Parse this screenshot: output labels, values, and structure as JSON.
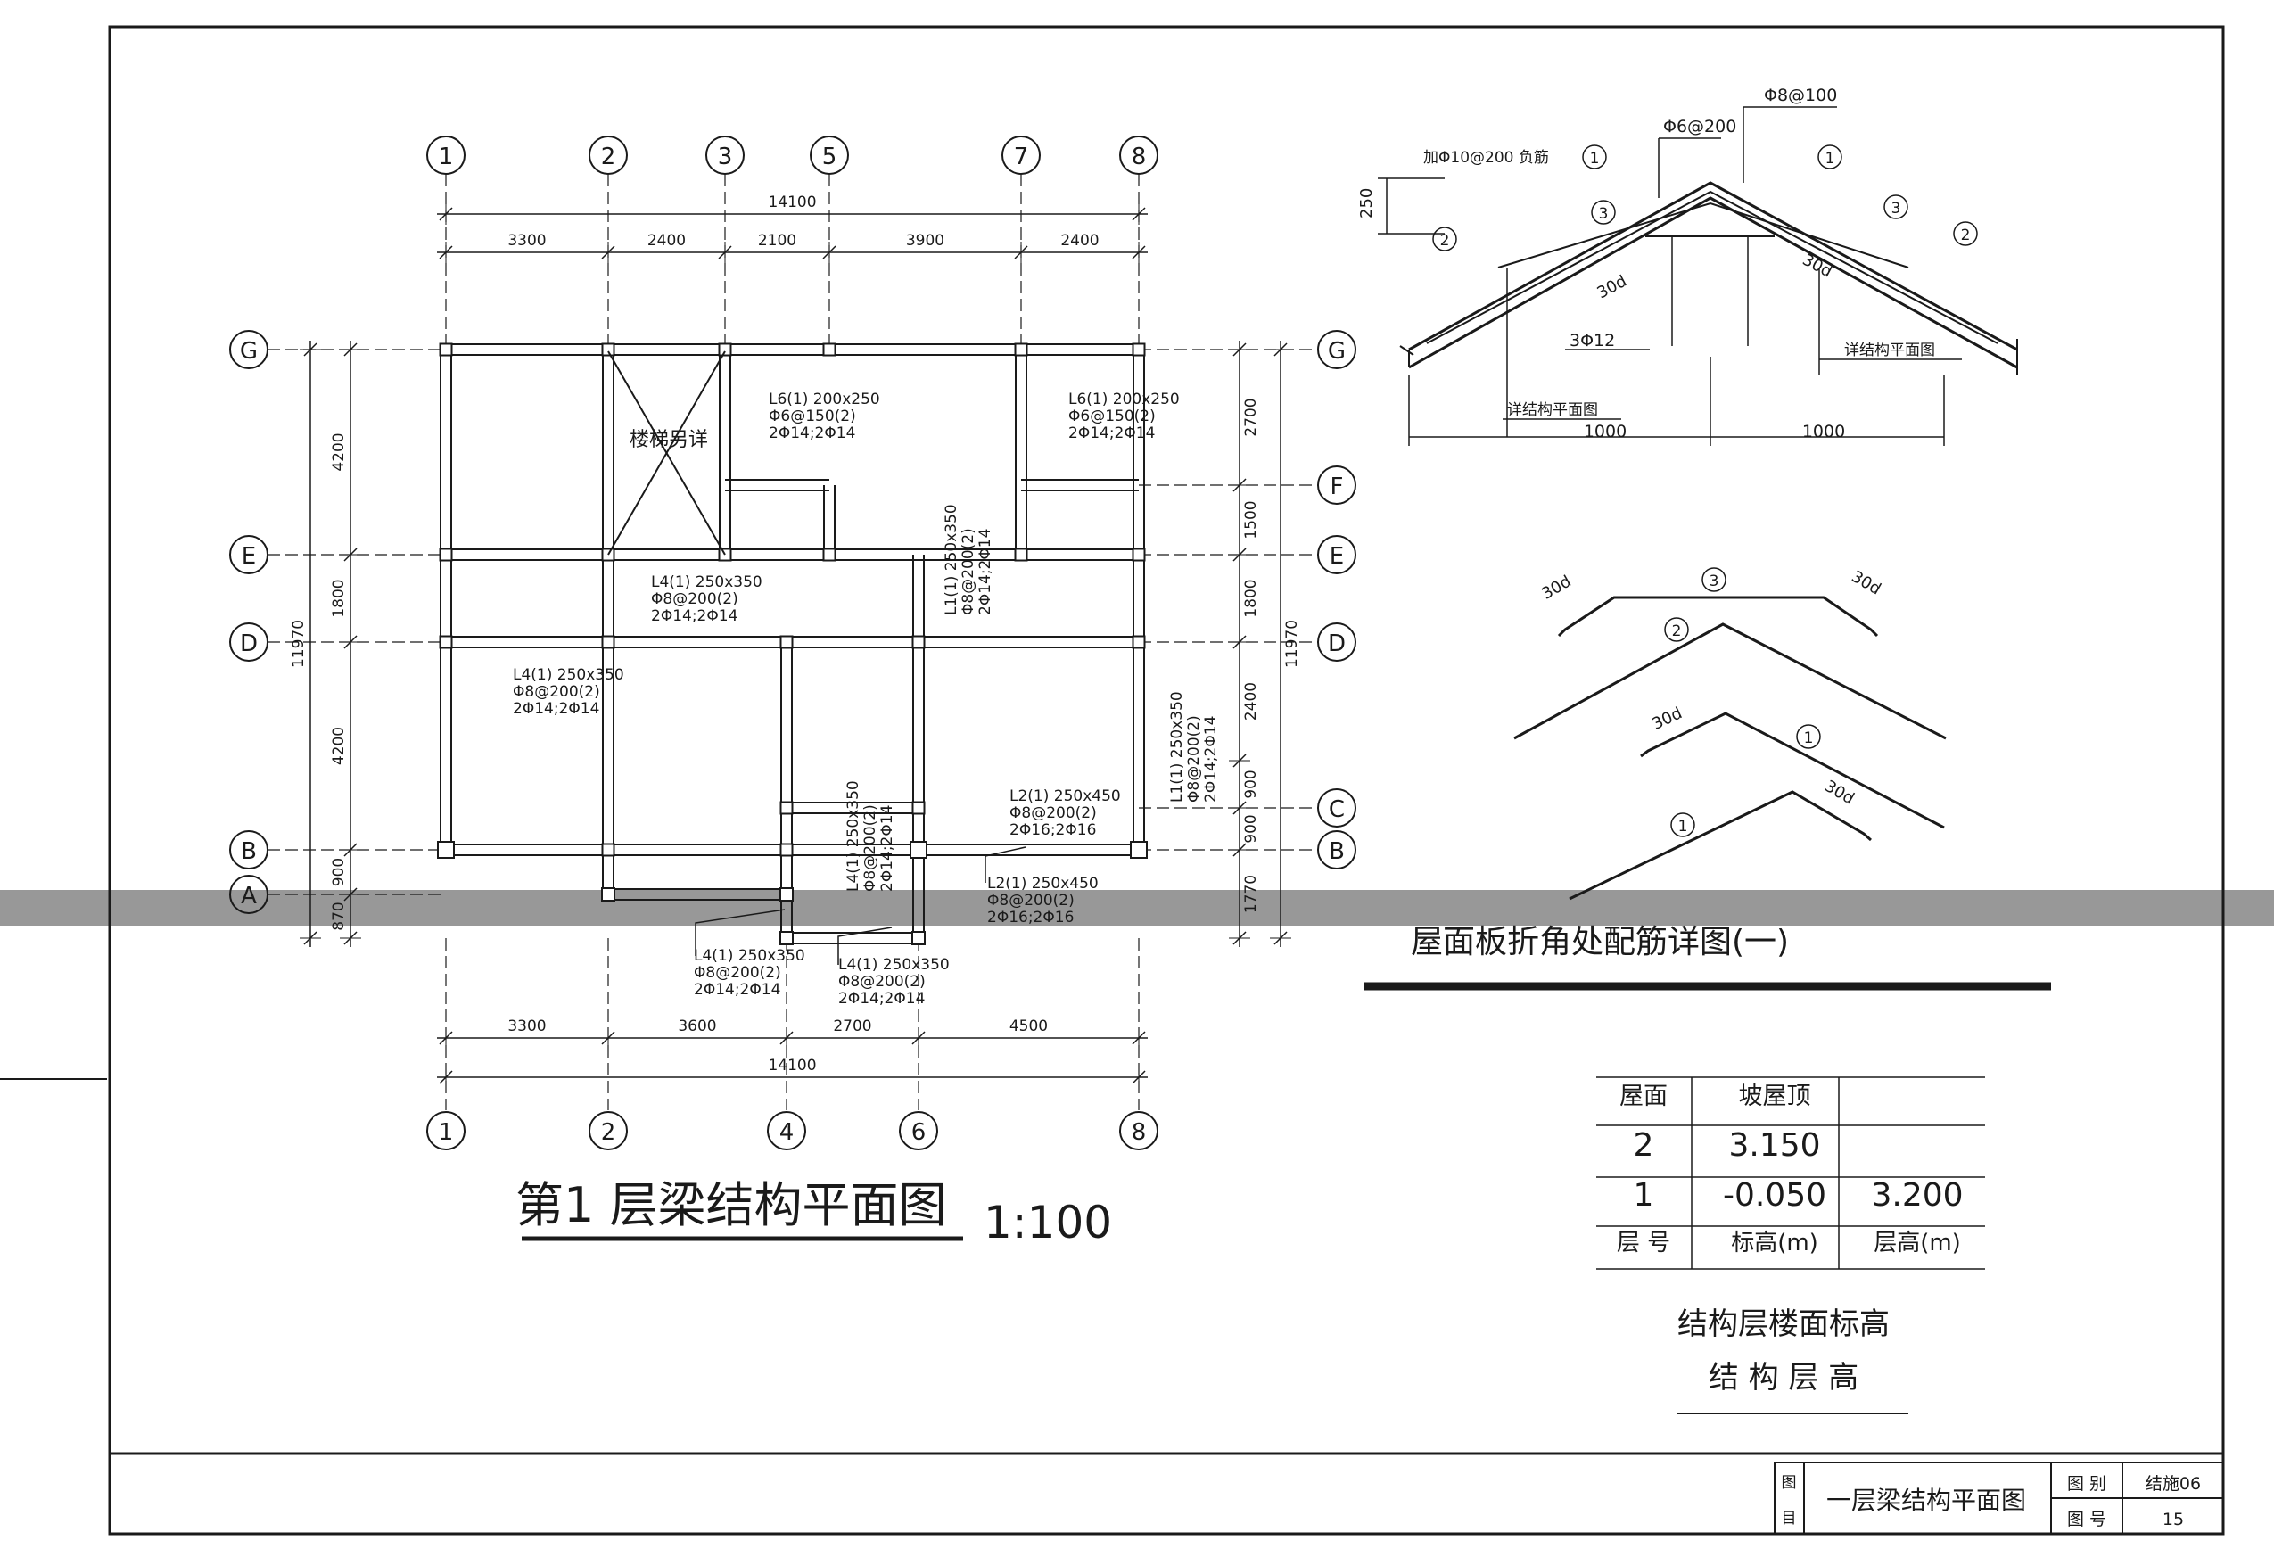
{
  "plan": {
    "title": "第1 层梁结构平面图",
    "scale": "1:100",
    "top_axes": [
      "1",
      "2",
      "3",
      "5",
      "7",
      "8"
    ],
    "bottom_axes": [
      "1",
      "2",
      "4",
      "6",
      "8"
    ],
    "left_axes": [
      "G",
      "E",
      "D",
      "B",
      "A"
    ],
    "right_axes": [
      "G",
      "F",
      "E",
      "D",
      "C",
      "B"
    ],
    "top_total": "14100",
    "top_dims": [
      "3300",
      "2400",
      "2100",
      "3900",
      "2400"
    ],
    "bottom_dims": [
      "3300",
      "3600",
      "2700",
      "4500"
    ],
    "bottom_total": "14100",
    "left_dims": [
      "4200",
      "1800",
      "4200",
      "900",
      "870"
    ],
    "left_total": "11970",
    "right_dims": [
      "2700",
      "1500",
      "1800",
      "2400",
      "900",
      "900",
      "1770"
    ],
    "right_total": "11970",
    "stair_note": "楼梯另详",
    "beam_labels": [
      [
        "L6(1) 200x250",
        "Φ6@150(2)",
        "2Φ14;2Φ14"
      ],
      [
        "L6(1) 200x250",
        "Φ6@150(2)",
        "2Φ14;2Φ14"
      ],
      [
        "L4(1) 250x350",
        "Φ8@200(2)",
        "2Φ14;2Φ14"
      ],
      [
        "L4(1) 250x350",
        "Φ8@200(2)",
        "2Φ14;2Φ14"
      ],
      [
        "L2(1) 250x450",
        "Φ8@200(2)",
        "2Φ16;2Φ16"
      ],
      [
        "L2(1) 250x450",
        "Φ8@200(2)",
        "2Φ16;2Φ16"
      ],
      [
        "L4(1) 250x350",
        "Φ8@200(2)",
        "2Φ14;2Φ14"
      ],
      [
        "L4(1) 250x350",
        "Φ8@200(2)",
        "2Φ14;2Φ14"
      ]
    ],
    "vertical_labels": [
      [
        "L1(1) 250x350",
        "Φ8@200(2)",
        "2Φ14;2Φ14"
      ],
      [
        "L1(1) 250x350",
        "Φ8@200(2)",
        "2Φ14;2Φ14"
      ],
      [
        "L4(1) 250x350",
        "Φ8@200(2)",
        "2Φ14;2Φ14"
      ]
    ]
  },
  "roof_detail": {
    "title": "屋面板折角处配筋详图(一)",
    "top_bar": "Φ8@100",
    "mid_bar": "Φ6@200",
    "add_bar": "加Φ10@200 负筋",
    "dim_250": "250",
    "circle_1": "1",
    "circle_2": "2",
    "circle_3": "3",
    "lap": "30d",
    "bars_3": "3Φ12",
    "see_left": "详结构平面图",
    "see_right": "详结构平面图",
    "dim_left": "1000",
    "dim_right": "1000"
  },
  "level_table": {
    "rows": [
      [
        "屋面",
        "坡屋顶",
        ""
      ],
      [
        "2",
        "3.150",
        ""
      ],
      [
        "1",
        "-0.050",
        "3.200"
      ],
      [
        "层 号",
        "标高(m)",
        "层高(m)"
      ]
    ],
    "caption1": "结构层楼面标高",
    "caption2": "结 构 层 高"
  },
  "title_block": {
    "label_a": "图",
    "label_b": "目",
    "drawing_name": "一层梁结构平面图",
    "cat_label": "图 别",
    "cat_value": "结施06",
    "num_label": "图 号",
    "num_value": "15"
  }
}
